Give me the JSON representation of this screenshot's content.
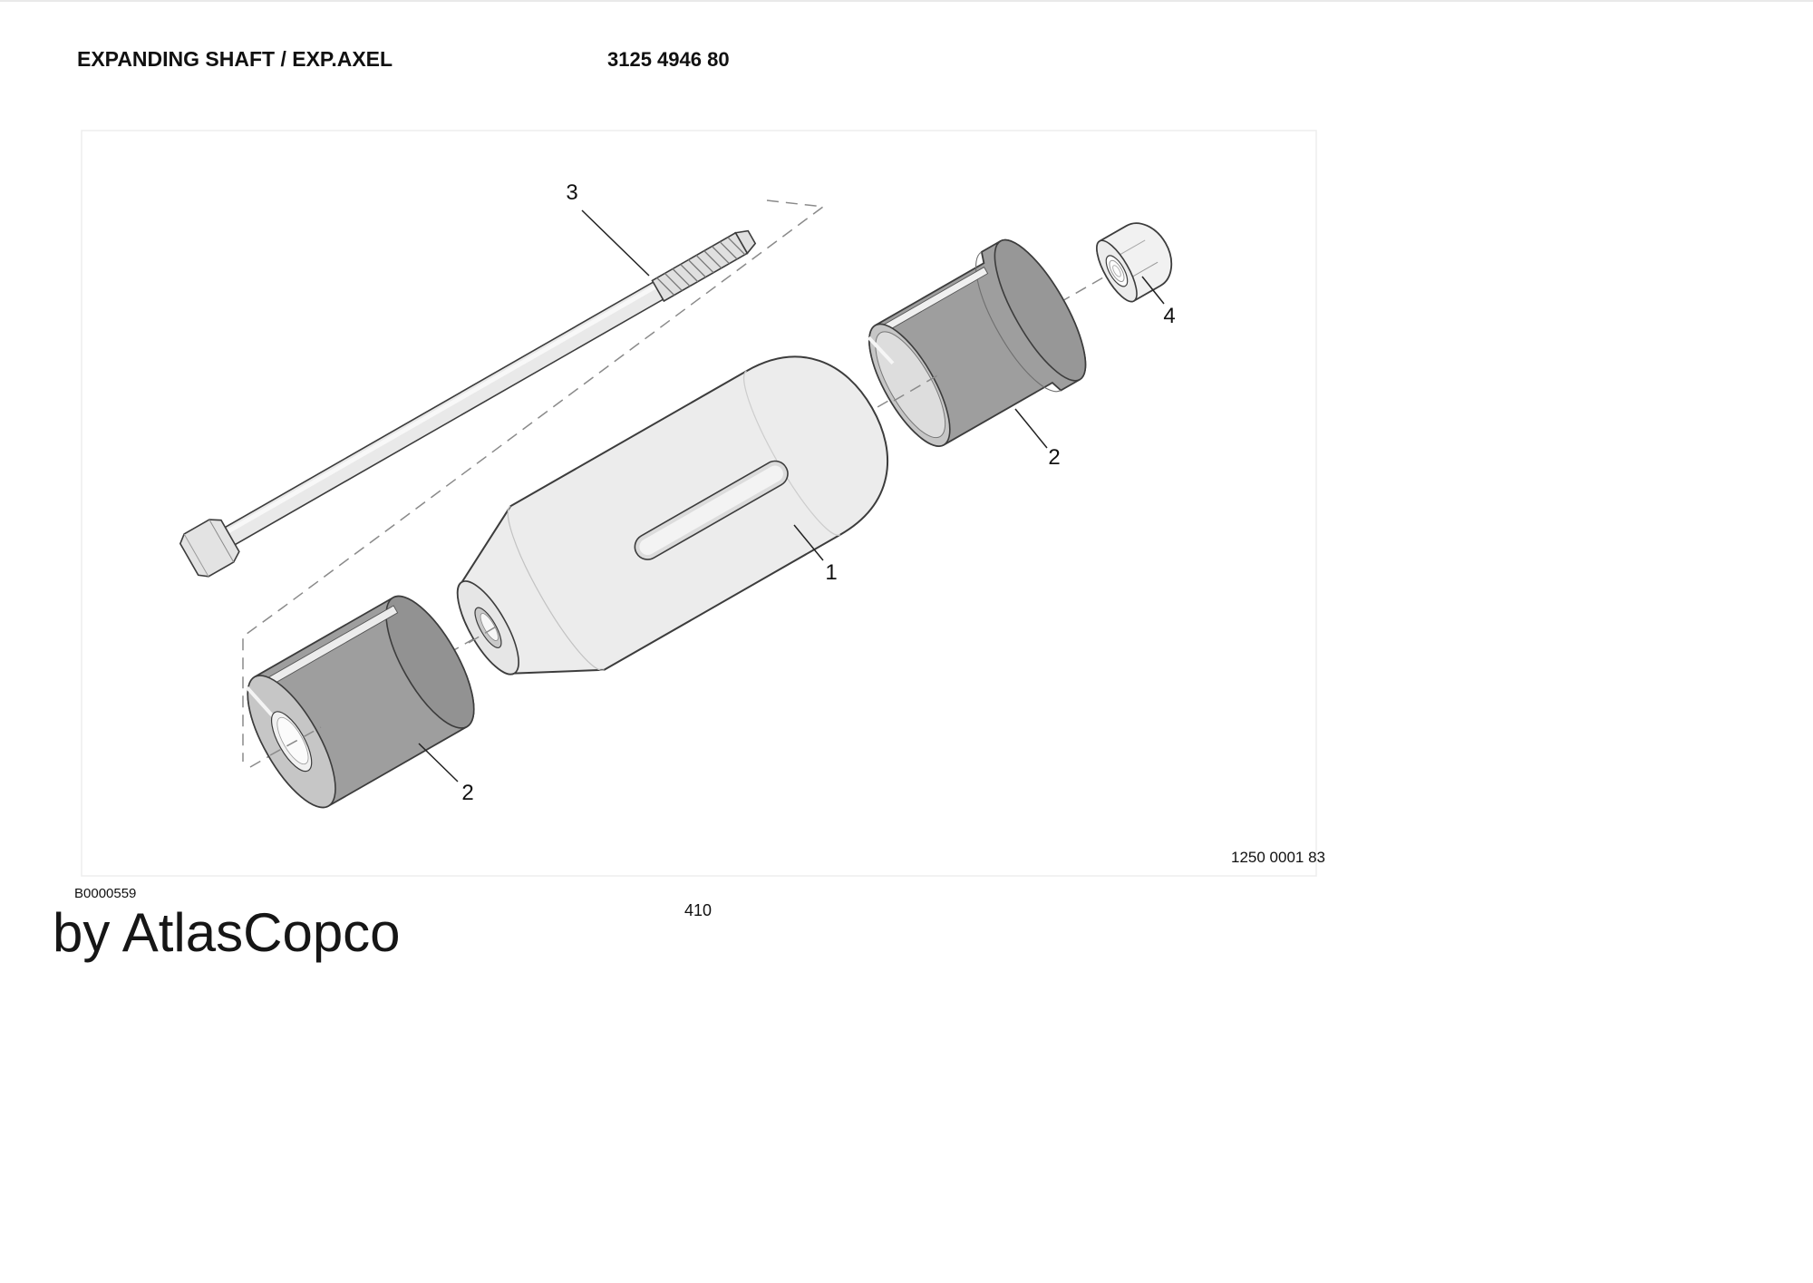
{
  "header": {
    "title": "EXPANDING SHAFT / EXP.AXEL",
    "part_number": "3125 4946 80"
  },
  "diagram": {
    "callouts": [
      {
        "label": "3",
        "part": "tension-bolt"
      },
      {
        "label": "1",
        "part": "shaft-body"
      },
      {
        "label": "2",
        "part": "upper-expansion-sleeve"
      },
      {
        "label": "2",
        "part": "lower-expansion-sleeve"
      },
      {
        "label": "4",
        "part": "nut"
      }
    ],
    "figure_ref": "1250 0001 83",
    "colors": {
      "outline": "#3c3c3c",
      "shaft_fill": "#ececec",
      "sleeve_fill": "#9e9e9e",
      "sleeve_face": "#c6c6c6",
      "bolt_fill": "#e9e9e9",
      "nut_fill": "#f1f1f1",
      "dash": "#8a8a8a"
    }
  },
  "footer": {
    "doc_code": "B0000559",
    "page_number": "410",
    "watermark": "by AtlasCopco"
  }
}
